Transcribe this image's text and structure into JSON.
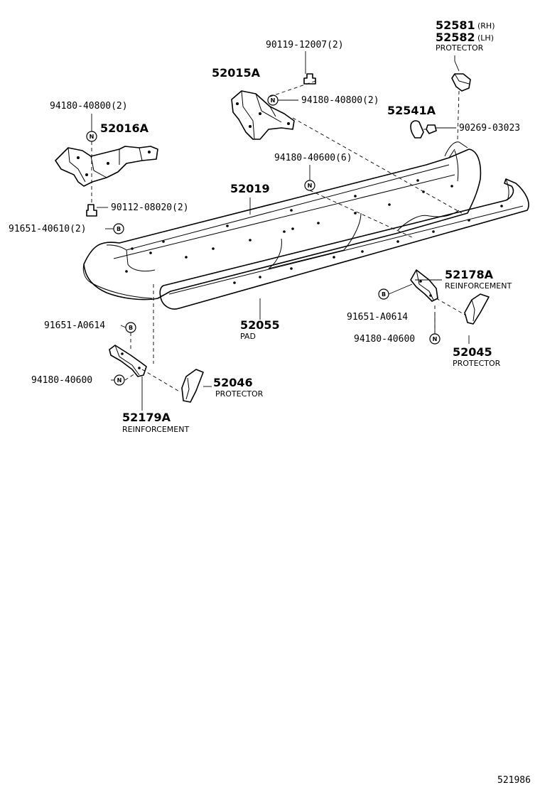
{
  "diagram_id": "521986",
  "parts": {
    "p52581": {
      "number": "52581",
      "side": "(RH)"
    },
    "p52582": {
      "number": "52582",
      "side": "(LH)",
      "desc": "PROTECTOR"
    },
    "p52015A": {
      "number": "52015A"
    },
    "p52016A": {
      "number": "52016A"
    },
    "p52541A": {
      "number": "52541A"
    },
    "p52019": {
      "number": "52019"
    },
    "p52055": {
      "number": "52055",
      "desc": "PAD"
    },
    "p52178A": {
      "number": "52178A",
      "desc": "REINFORCEMENT"
    },
    "p52045": {
      "number": "52045",
      "desc": "PROTECTOR"
    },
    "p52046": {
      "number": "52046",
      "desc": "PROTECTOR"
    },
    "p52179A": {
      "number": "52179A",
      "desc": "REINFORCEMENT"
    }
  },
  "fasteners": {
    "f90119": "90119-12007(2)",
    "f94180_08_right": "94180-40800(2)",
    "f94180_08_left": "94180-40800(2)",
    "f90269": "90269-03023",
    "f94180_06_six": "94180-40600(6)",
    "f90112": "90112-08020(2)",
    "f91651_40610": "91651-40610(2)",
    "f91651_A0614_left": "91651-A0614",
    "f91651_A0614_right": "91651-A0614",
    "f94180_06_right": "94180-40600",
    "f94180_06_left": "94180-40600"
  },
  "badges": {
    "nut": "N",
    "bolt": "B"
  }
}
